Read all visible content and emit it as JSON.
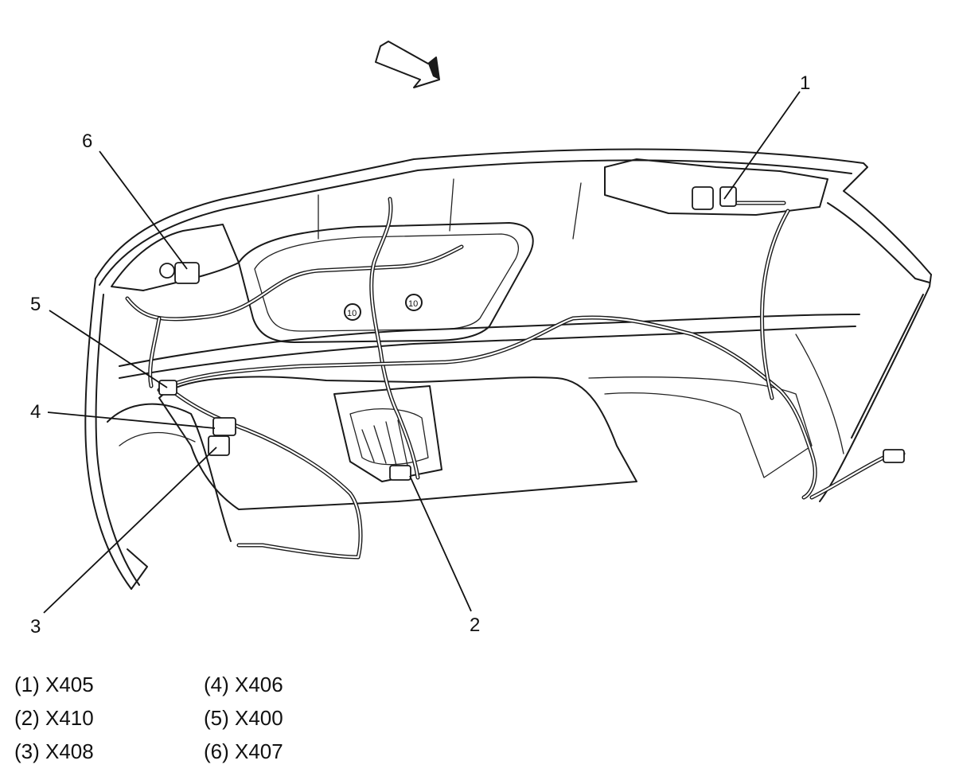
{
  "diagram": {
    "direction_arrow_icon": "forward-arrow-icon",
    "callouts": [
      {
        "id": "1",
        "label": "1"
      },
      {
        "id": "2",
        "label": "2"
      },
      {
        "id": "3",
        "label": "3"
      },
      {
        "id": "4",
        "label": "4"
      },
      {
        "id": "5",
        "label": "5"
      },
      {
        "id": "6",
        "label": "6"
      }
    ],
    "plate_marks": [
      "10",
      "10"
    ],
    "legend": [
      {
        "text": "(1) X405"
      },
      {
        "text": "(2) X410"
      },
      {
        "text": "(3) X408"
      },
      {
        "text": "(4) X406"
      },
      {
        "text": "(5) X400"
      },
      {
        "text": "(6) X407"
      }
    ]
  }
}
